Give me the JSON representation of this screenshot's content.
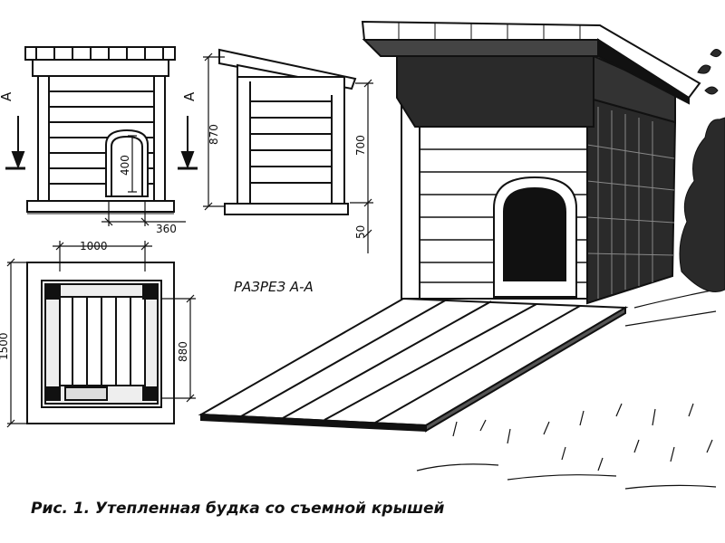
{
  "diagram": {
    "section_marker": "А",
    "section_label": "РАЗРЕЗ А-А",
    "dims": {
      "door_height": "400",
      "door_width": "360",
      "total_height": "870",
      "inner_height": "700",
      "base_height": "50",
      "plan_width": "1000",
      "plan_length": "1500",
      "plan_inner": "880"
    }
  },
  "caption": "Рис. 1. Утепленная будка со съемной крышей",
  "colors": {
    "ink": "#111111",
    "paper": "#ffffff",
    "shade": "#2a2a2a"
  }
}
